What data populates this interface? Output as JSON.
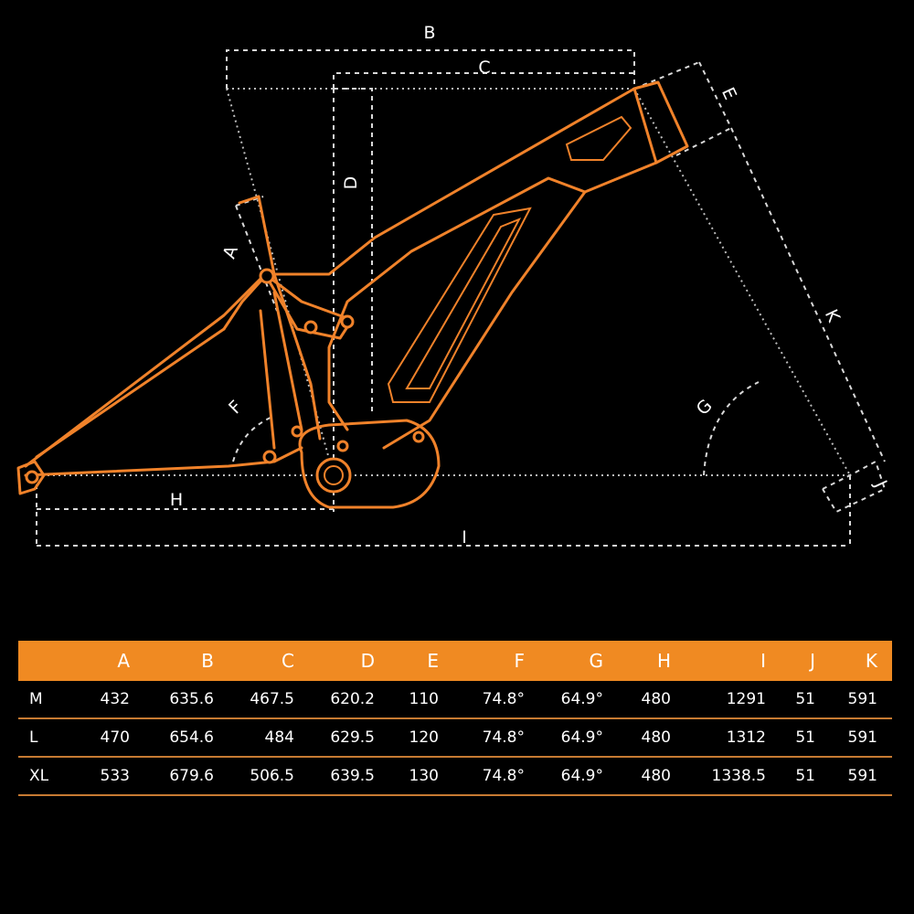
{
  "diagram": {
    "labels": {
      "A": "A",
      "B": "B",
      "C": "C",
      "D": "D",
      "E": "E",
      "F": "F",
      "G": "G",
      "H": "H",
      "I": "I",
      "J": "J",
      "K": "K"
    }
  },
  "table": {
    "headers": [
      "",
      "A",
      "B",
      "C",
      "D",
      "E",
      "F",
      "G",
      "H",
      "I",
      "J",
      "K"
    ],
    "rows": [
      [
        "M",
        "432",
        "635.6",
        "467.5",
        "620.2",
        "110",
        "74.8°",
        "64.9°",
        "480",
        "1291",
        "51",
        "591"
      ],
      [
        "L",
        "470",
        "654.6",
        "484",
        "629.5",
        "120",
        "74.8°",
        "64.9°",
        "480",
        "1312",
        "51",
        "591"
      ],
      [
        "XL",
        "533",
        "679.6",
        "506.5",
        "639.5",
        "130",
        "74.8°",
        "64.9°",
        "480",
        "1338.5",
        "51",
        "591"
      ]
    ]
  },
  "colors": {
    "frame": "#f0822a",
    "header_bg": "#f08a22",
    "background": "#000000",
    "rule": "#c77a32"
  }
}
